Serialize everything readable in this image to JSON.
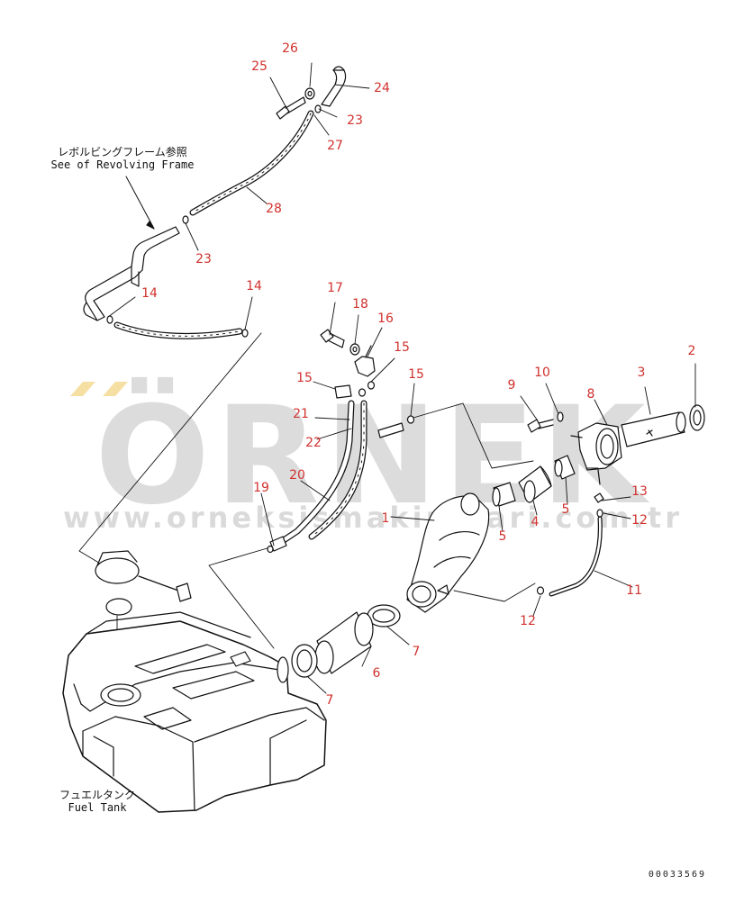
{
  "callouts": [
    {
      "id": "c1",
      "text": "1"
    },
    {
      "id": "c2",
      "text": "2"
    },
    {
      "id": "c3",
      "text": "3"
    },
    {
      "id": "c4",
      "text": "4"
    },
    {
      "id": "c5a",
      "text": "5"
    },
    {
      "id": "c5b",
      "text": "5"
    },
    {
      "id": "c6",
      "text": "6"
    },
    {
      "id": "c7a",
      "text": "7"
    },
    {
      "id": "c7b",
      "text": "7"
    },
    {
      "id": "c8",
      "text": "8"
    },
    {
      "id": "c9",
      "text": "9"
    },
    {
      "id": "c10",
      "text": "10"
    },
    {
      "id": "c11",
      "text": "11"
    },
    {
      "id": "c12a",
      "text": "12"
    },
    {
      "id": "c12b",
      "text": "12"
    },
    {
      "id": "c13",
      "text": "13"
    },
    {
      "id": "c14a",
      "text": "14"
    },
    {
      "id": "c14b",
      "text": "14"
    },
    {
      "id": "c15a",
      "text": "15"
    },
    {
      "id": "c15b",
      "text": "15"
    },
    {
      "id": "c15c",
      "text": "15"
    },
    {
      "id": "c16",
      "text": "16"
    },
    {
      "id": "c17",
      "text": "17"
    },
    {
      "id": "c18",
      "text": "18"
    },
    {
      "id": "c19",
      "text": "19"
    },
    {
      "id": "c20",
      "text": "20"
    },
    {
      "id": "c21",
      "text": "21"
    },
    {
      "id": "c22",
      "text": "22"
    },
    {
      "id": "c23a",
      "text": "23"
    },
    {
      "id": "c23b",
      "text": "23"
    },
    {
      "id": "c24",
      "text": "24"
    },
    {
      "id": "c25",
      "text": "25"
    },
    {
      "id": "c26",
      "text": "26"
    },
    {
      "id": "c27",
      "text": "27"
    },
    {
      "id": "c28",
      "text": "28"
    }
  ],
  "captions": {
    "revolving_frame_jp": "レボルビングフレーム参照",
    "revolving_frame_en": "See of Revolving Frame",
    "fuel_tank_jp": "フュエルタンク",
    "fuel_tank_en": "Fuel Tank"
  },
  "drawing_number": "00033569",
  "watermark": {
    "brand": "ÖRNEK",
    "url": "www.orneksismakinalari.com.tr"
  },
  "colors": {
    "callout": "#d0312d",
    "line": "#111111",
    "watermark": "#9a9a9a",
    "watermark_accent": "#f2d27a"
  }
}
